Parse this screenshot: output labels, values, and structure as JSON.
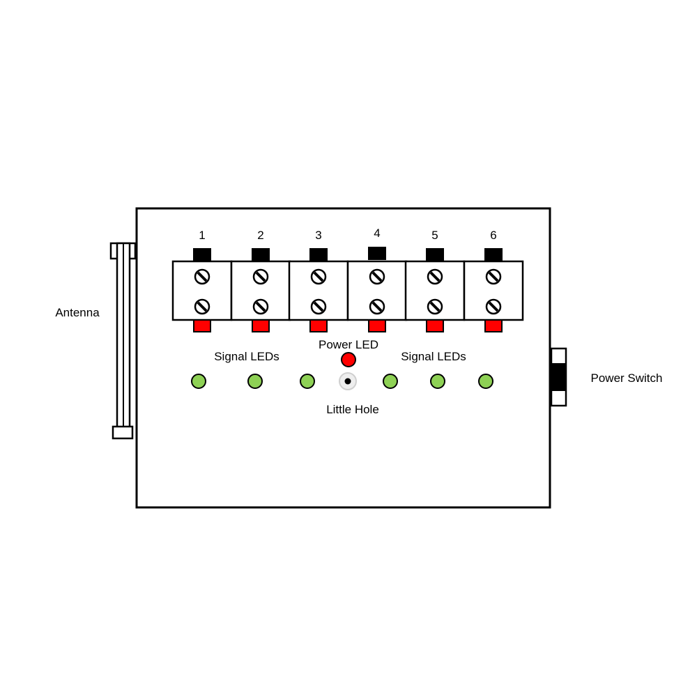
{
  "terminals": [
    {
      "number": "1"
    },
    {
      "number": "2"
    },
    {
      "number": "3"
    },
    {
      "number": "4"
    },
    {
      "number": "5"
    },
    {
      "number": "6"
    }
  ],
  "labels": {
    "antenna": "Antenna",
    "power_switch": "Power Switch",
    "power_led": "Power LED",
    "signal_leds_left": "Signal LEDs",
    "signal_leds_right": "Signal LEDs",
    "little_hole": "Little Hole"
  },
  "colors": {
    "signal_led": "#8ed155",
    "power_led": "#ff0000",
    "relay_indicator": "#ff0000",
    "connector": "#000000",
    "outline": "#000000"
  },
  "signal_led_count": 6
}
